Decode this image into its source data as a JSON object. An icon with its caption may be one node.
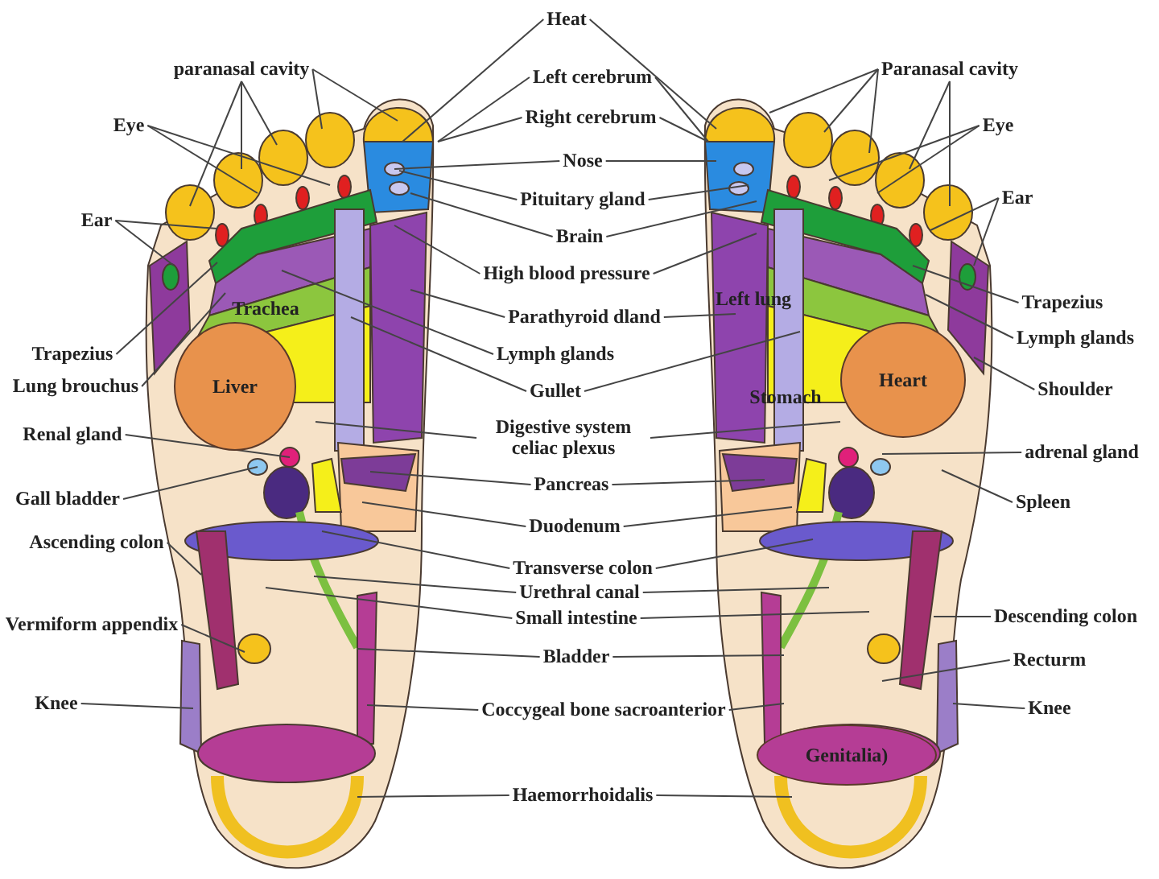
{
  "diagram": {
    "nodes": [
      {
        "text": [
          "Trachea"
        ]
      },
      {
        "text": [
          "Left lung",
          "Stomach"
        ]
      },
      {
        "text": [
          "Heat"
        ]
      },
      {
        "text": [
          "paranasal cavity"
        ]
      },
      {
        "text": [
          "Paranasal cavity"
        ]
      },
      {
        "text": [
          "Left cerebrum"
        ]
      },
      {
        "text": [
          "Eye"
        ]
      },
      {
        "text": [
          "Eye"
        ]
      },
      {
        "text": [
          "Right cerebrum"
        ]
      },
      {
        "text": [
          "Nose"
        ]
      },
      {
        "text": [
          "Pituitary gland"
        ]
      },
      {
        "text": [
          "Ear"
        ]
      },
      {
        "text": [
          "Ear"
        ]
      },
      {
        "text": [
          "Brain"
        ]
      },
      {
        "text": [
          "High blood pressure"
        ]
      },
      {
        "text": [
          "Trapezius"
        ]
      },
      {
        "text": [
          "Parathyroid dland"
        ]
      },
      {
        "text": [
          "Lymph glands"
        ]
      },
      {
        "text": [
          "Trapezius"
        ]
      },
      {
        "text": [
          "Lymph glands"
        ]
      },
      {
        "text": [
          "Lung brouchus"
        ]
      },
      {
        "text": [
          "Gullet"
        ]
      },
      {
        "text": [
          "Shoulder"
        ]
      },
      {
        "text": [
          "Liver"
        ],
        "in": 0
      },
      {
        "text": [
          "Heart"
        ],
        "in": 1
      },
      {
        "text": [
          "Renal gland"
        ]
      },
      {
        "text": [
          "Digestive system celiac plexus"
        ]
      },
      {
        "text": [
          "adrenal gland"
        ]
      },
      {
        "text": [
          "Pancreas"
        ]
      },
      {
        "text": [
          "Gall bladder"
        ]
      },
      {
        "text": [
          "Spleen"
        ]
      },
      {
        "text": [
          "Duodenum"
        ]
      },
      {
        "text": [
          "Ascending colon"
        ]
      },
      {
        "text": [
          "Transverse colon"
        ]
      },
      {
        "text": [
          "Urethral canal"
        ]
      },
      {
        "text": [
          "Small intestine"
        ]
      },
      {
        "text": [
          "Descending colon"
        ]
      },
      {
        "text": [
          "Vermiform appendix"
        ]
      },
      {
        "text": [
          "Bladder"
        ]
      },
      {
        "text": [
          "Recturm"
        ]
      },
      {
        "text": [
          "Knee"
        ]
      },
      {
        "text": [
          "Coccygeal bone sacroanterior"
        ]
      },
      {
        "text": [
          "Knee"
        ]
      },
      {
        "text": [
          "Genitalia)"
        ],
        "in": 1
      },
      {
        "text": [
          "Haemorrhoidalis"
        ]
      }
    ],
    "edges": [
      {
        "from": 2,
        "to": 0,
        "arrow": "none"
      },
      {
        "from": 2,
        "to": 1,
        "arrow": "none"
      },
      {
        "from": 3,
        "to": 0,
        "arrow": "none"
      },
      {
        "from": 3,
        "to": 0,
        "arrow": "none"
      },
      {
        "from": 3,
        "to": 0,
        "arrow": "none"
      },
      {
        "from": 3,
        "to": 0,
        "arrow": "none"
      },
      {
        "from": 3,
        "to": 0,
        "arrow": "none"
      },
      {
        "from": 4,
        "to": 1,
        "arrow": "none"
      },
      {
        "from": 4,
        "to": 1,
        "arrow": "none"
      },
      {
        "from": 4,
        "to": 1,
        "arrow": "none"
      },
      {
        "from": 4,
        "to": 1,
        "arrow": "none"
      },
      {
        "from": 4,
        "to": 1,
        "arrow": "none"
      },
      {
        "from": 5,
        "to": 0,
        "arrow": "none"
      },
      {
        "from": 5,
        "to": 1,
        "arrow": "none"
      },
      {
        "from": 6,
        "to": 0,
        "arrow": "none"
      },
      {
        "from": 6,
        "to": 0,
        "arrow": "none"
      },
      {
        "from": 7,
        "to": 1,
        "arrow": "none"
      },
      {
        "from": 7,
        "to": 1,
        "arrow": "none"
      },
      {
        "from": 8,
        "to": 0,
        "arrow": "none"
      },
      {
        "from": 8,
        "to": 1,
        "arrow": "none"
      },
      {
        "from": 9,
        "to": 0,
        "arrow": "none"
      },
      {
        "from": 9,
        "to": 1,
        "arrow": "none"
      },
      {
        "from": 10,
        "to": 0,
        "arrow": "none"
      },
      {
        "from": 10,
        "to": 1,
        "arrow": "none"
      },
      {
        "from": 11,
        "to": 0,
        "arrow": "none"
      },
      {
        "from": 11,
        "to": 0,
        "arrow": "none"
      },
      {
        "from": 12,
        "to": 1,
        "arrow": "none"
      },
      {
        "from": 12,
        "to": 1,
        "arrow": "none"
      },
      {
        "from": 13,
        "to": 0,
        "arrow": "none"
      },
      {
        "from": 13,
        "to": 1,
        "arrow": "none"
      },
      {
        "from": 14,
        "to": 0,
        "arrow": "none"
      },
      {
        "from": 14,
        "to": 1,
        "arrow": "none"
      },
      {
        "from": 15,
        "to": 1,
        "arrow": "none"
      },
      {
        "from": 16,
        "to": 0,
        "arrow": "none"
      },
      {
        "from": 16,
        "to": 1,
        "arrow": "none"
      },
      {
        "from": 17,
        "to": 1,
        "arrow": "none"
      },
      {
        "from": 18,
        "to": 0,
        "arrow": "none"
      },
      {
        "from": 19,
        "to": 0,
        "arrow": "none"
      },
      {
        "from": 20,
        "to": 0,
        "arrow": "none"
      },
      {
        "from": 21,
        "to": 0,
        "arrow": "none"
      },
      {
        "from": 21,
        "to": 1,
        "arrow": "none"
      },
      {
        "from": 22,
        "to": 1,
        "arrow": "none"
      },
      {
        "from": 25,
        "to": 0,
        "arrow": "none"
      },
      {
        "from": 26,
        "to": 0,
        "arrow": "none"
      },
      {
        "from": 26,
        "to": 1,
        "arrow": "none"
      },
      {
        "from": 27,
        "to": 1,
        "arrow": "none"
      },
      {
        "from": 28,
        "to": 0,
        "arrow": "none"
      },
      {
        "from": 28,
        "to": 1,
        "arrow": "none"
      },
      {
        "from": 29,
        "to": 0,
        "arrow": "none"
      },
      {
        "from": 30,
        "to": 1,
        "arrow": "none"
      },
      {
        "from": 31,
        "to": 0,
        "arrow": "none"
      },
      {
        "from": 31,
        "to": 1,
        "arrow": "none"
      },
      {
        "from": 32,
        "to": 0,
        "arrow": "none"
      },
      {
        "from": 33,
        "to": 0,
        "arrow": "none"
      },
      {
        "from": 33,
        "to": 1,
        "arrow": "none"
      },
      {
        "from": 34,
        "to": 0,
        "arrow": "none"
      },
      {
        "from": 34,
        "to": 1,
        "arrow": "none"
      },
      {
        "from": 35,
        "to": 0,
        "arrow": "none"
      },
      {
        "from": 35,
        "to": 1,
        "arrow": "none"
      },
      {
        "from": 36,
        "to": 1,
        "arrow": "none"
      },
      {
        "from": 37,
        "to": 0,
        "arrow": "none"
      },
      {
        "from": 38,
        "to": 0,
        "arrow": "none"
      },
      {
        "from": 38,
        "to": 1,
        "arrow": "none"
      },
      {
        "from": 39,
        "to": 1,
        "arrow": "none"
      },
      {
        "from": 40,
        "to": 0,
        "arrow": "none"
      },
      {
        "from": 41,
        "to": 0,
        "arrow": "none"
      },
      {
        "from": 41,
        "to": 1,
        "arrow": "none"
      },
      {
        "from": 42,
        "to": 1,
        "arrow": "none"
      },
      {
        "from": 44,
        "to": 0,
        "arrow": "none"
      },
      {
        "from": 44,
        "to": 1,
        "arrow": "none"
      }
    ]
  }
}
